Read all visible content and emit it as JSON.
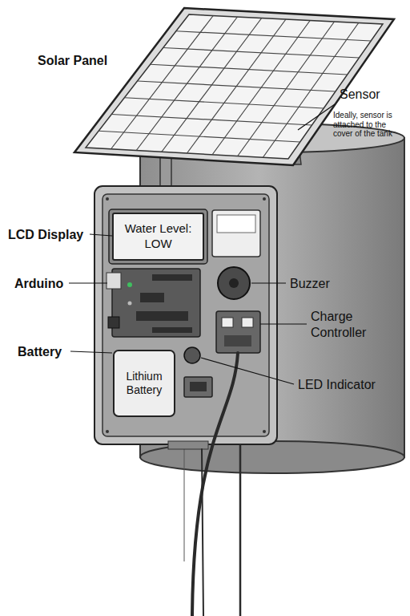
{
  "diagram": {
    "nodes": [
      {
        "text": [
          "Water Level: LOW"
        ]
      },
      {
        "text": [
          "Lithium Battery"
        ]
      }
    ],
    "labels": [
      "Solar Panel",
      "Sensor",
      "Ideally, sensor is attached to the cover of the tank",
      "LCD Display",
      "Arduino",
      "Buzzer",
      "Battery",
      "Charge Controller",
      "LED Indicator"
    ]
  }
}
